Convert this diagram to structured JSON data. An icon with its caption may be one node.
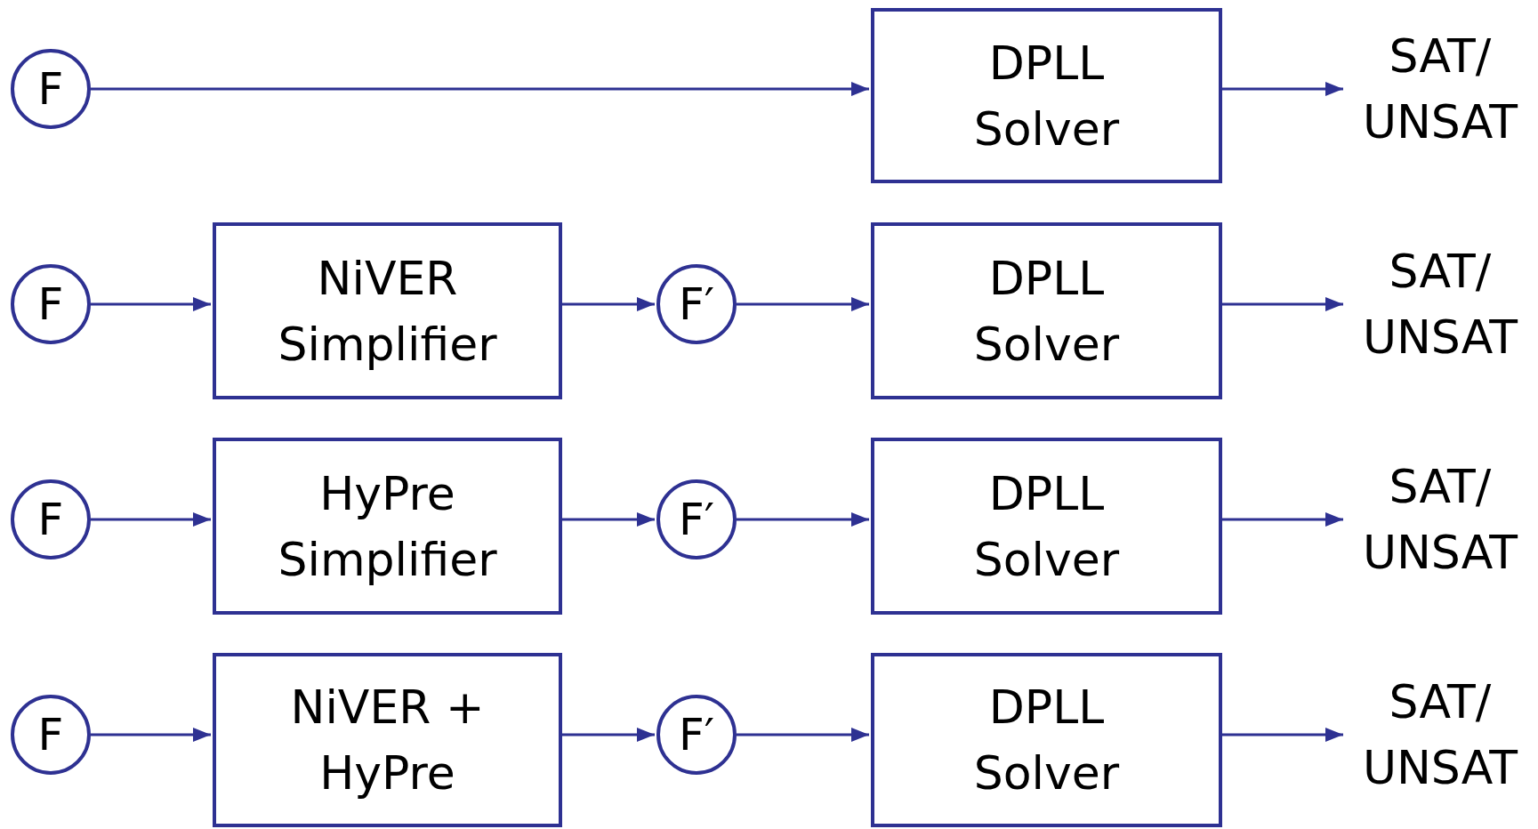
{
  "diagram": {
    "nodes": [
      {
        "text": [
          "F"
        ]
      },
      {
        "text": [
          "DPLL Solver"
        ]
      },
      {
        "text": [
          "SAT/ UNSAT"
        ]
      },
      {
        "text": [
          "F"
        ]
      },
      {
        "text": [
          "NiVER Simplifier"
        ]
      },
      {
        "text": [
          "F′"
        ]
      },
      {
        "text": [
          "DPLL Solver"
        ]
      },
      {
        "text": [
          "SAT/ UNSAT"
        ]
      },
      {
        "text": [
          "F"
        ]
      },
      {
        "text": [
          "HyPre Simplifier"
        ]
      },
      {
        "text": [
          "F′"
        ]
      },
      {
        "text": [
          "DPLL Solver"
        ]
      },
      {
        "text": [
          "SAT/ UNSAT"
        ]
      },
      {
        "text": [
          "F"
        ]
      },
      {
        "text": [
          "NiVER + HyPre"
        ]
      },
      {
        "text": [
          "F′"
        ]
      },
      {
        "text": [
          "DPLL Solver"
        ]
      },
      {
        "text": [
          "SAT/ UNSAT"
        ]
      }
    ],
    "edges": [
      {
        "from": 0,
        "to": 1,
        "arrow": "to"
      },
      {
        "from": 1,
        "to": 2,
        "arrow": "to"
      },
      {
        "from": 3,
        "to": 4,
        "arrow": "to"
      },
      {
        "from": 4,
        "to": 5,
        "arrow": "to"
      },
      {
        "from": 5,
        "to": 6,
        "arrow": "to"
      },
      {
        "from": 6,
        "to": 7,
        "arrow": "to"
      },
      {
        "from": 8,
        "to": 9,
        "arrow": "to"
      },
      {
        "from": 9,
        "to": 10,
        "arrow": "to"
      },
      {
        "from": 10,
        "to": 11,
        "arrow": "to"
      },
      {
        "from": 11,
        "to": 12,
        "arrow": "to"
      },
      {
        "from": 13,
        "to": 14,
        "arrow": "to"
      },
      {
        "from": 14,
        "to": 15,
        "arrow": "to"
      },
      {
        "from": 15,
        "to": 16,
        "arrow": "to"
      },
      {
        "from": 16,
        "to": 17,
        "arrow": "to"
      }
    ]
  }
}
